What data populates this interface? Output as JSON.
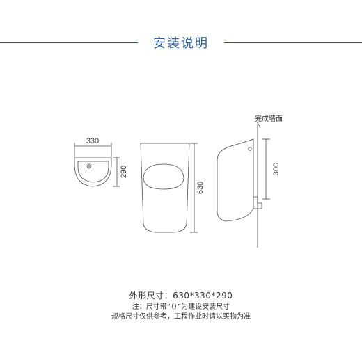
{
  "header": {
    "title": "安装说明"
  },
  "top_view": {
    "width_label": "330",
    "depth_label": "290"
  },
  "front_view": {
    "height_label": "630"
  },
  "side_view": {
    "wall_label": "完成墙面",
    "height_label": "300"
  },
  "notes": {
    "size_line": "外形尺寸：630*330*290",
    "note_line": "注：尺寸带“（）”为建设安装尺寸",
    "disclaimer_line": "规格尺寸仅供参考，工程作业时请以实物为准"
  },
  "colors": {
    "accent": "#1a4f8b",
    "title": "#2a5fa0",
    "line": "#4a4a4a"
  }
}
